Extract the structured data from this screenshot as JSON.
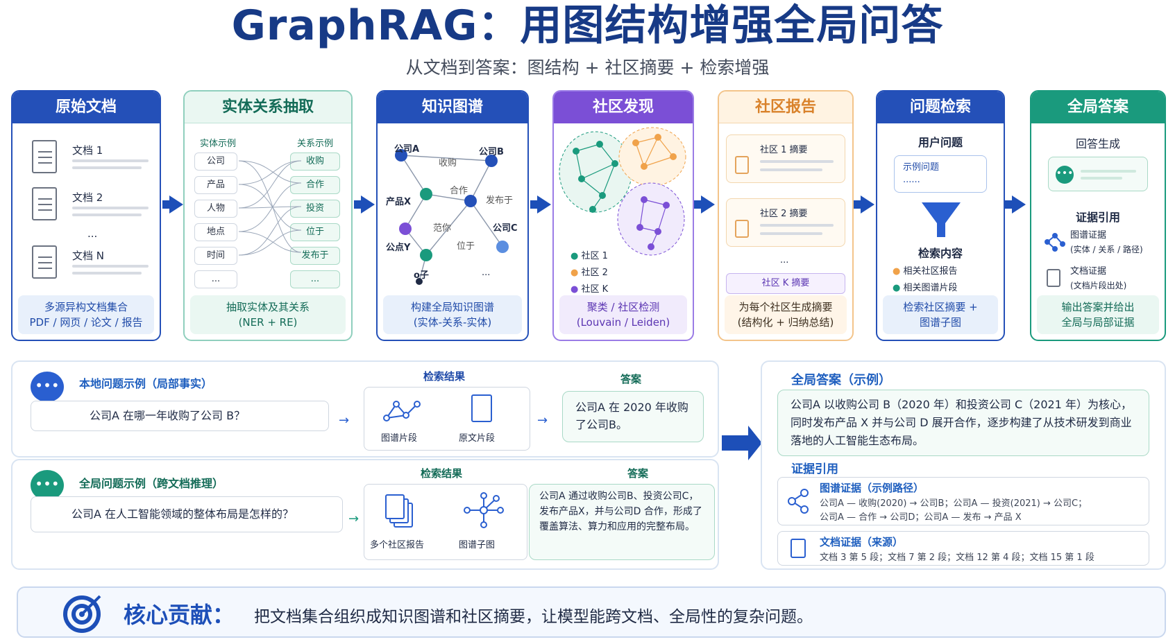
{
  "title": "GraphRAG：用图结构增强全局问答",
  "subtitle": "从文档到答案：图结构 + 社区摘要 + 检索增强",
  "colors": {
    "blue": "#2450b8",
    "teal": "#1a9a7d",
    "purple": "#7b4fd6",
    "orange": "#f0a24a",
    "navy": "#173a86"
  },
  "stages": {
    "docs": {
      "title": "原始文档",
      "items": [
        "文档 1",
        "文档 2",
        "...",
        "文档 N"
      ],
      "footer1": "多源异构文档集合",
      "footer2": "PDF / 网页 / 论文 / 报告"
    },
    "extract": {
      "title": "实体关系抽取",
      "entity_header": "实体示例",
      "relation_header": "关系示例",
      "entities": [
        "公司",
        "产品",
        "人物",
        "地点",
        "时间",
        "..."
      ],
      "relations": [
        "收购",
        "合作",
        "投资",
        "位于",
        "发布于",
        "..."
      ],
      "footer1": "抽取实体及其关系",
      "footer2": "(NER + RE)"
    },
    "kg": {
      "title": "知识图谱",
      "nodes": [
        "公司A",
        "公司B",
        "产品X",
        "公司C",
        "公点Y",
        "o子"
      ],
      "edges": [
        "收购",
        "合作",
        "发布于",
        "范你",
        "位于"
      ],
      "ellipsis": "...",
      "footer1": "构建全局知识图谱",
      "footer2": "(实体-关系-实体)"
    },
    "community": {
      "title": "社区发现",
      "legend": [
        "社区 1",
        "社区 2",
        "社区 K"
      ],
      "footer1": "聚类 / 社区检测",
      "footer2": "(Louvain / Leiden)"
    },
    "report": {
      "title": "社区报告",
      "items": [
        "社区 1 摘要",
        "社区 2 摘要"
      ],
      "ellipsis": "...",
      "last": "社区 K 摘要",
      "footer1": "为每个社区生成摘要",
      "footer2": "(结构化 + 归纳总结)"
    },
    "retrieve": {
      "title": "问题检索",
      "user_q": "用户问题",
      "example": "示例问题",
      "dots": "......",
      "content": "检索内容",
      "bullets": [
        "相关社区报告",
        "相关图谱片段"
      ],
      "footer1": "检索社区摘要 +",
      "footer2": "图谱子图"
    },
    "answer": {
      "title": "全局答案",
      "gen": "回答生成",
      "cite": "证据引用",
      "ev1": "图谱证据",
      "ev1_sub": "(实体 / 关系 / 路径)",
      "ev2": "文档证据",
      "ev2_sub": "(文档片段出处)",
      "footer1": "输出答案并给出",
      "footer2": "全局与局部证据"
    }
  },
  "local": {
    "label": "本地问题示例（局部事实）",
    "question": "公司A 在哪一年收购了公司 B？",
    "result_label": "检索结果",
    "results": [
      "图谱片段",
      "原文片段"
    ],
    "answer_label": "答案",
    "answer": "公司A 在 2020 年收购了公司B。"
  },
  "global": {
    "label": "全局问题示例（跨文档推理）",
    "question": "公司A 在人工智能领域的整体布局是怎样的？",
    "result_label": "检索结果",
    "results": [
      "多个社区报告",
      "图谱子图"
    ],
    "answer_label": "答案",
    "answer": "公司A 通过收购公司B、投资公司C，发布产品X，并与公司D 合作，形成了覆盖算法、算力和应用的完整布局。"
  },
  "final": {
    "title": "全局答案（示例）",
    "answer": "公司A 以收购公司 B（2020 年）和投资公司 C（2021 年）为核心，同时发布产品 X 并与公司 D 展开合作，逐步构建了从技术研发到商业落地的人工智能生态布局。",
    "cite_title": "证据引用",
    "graph_ev_title": "图谱证据（示例路径）",
    "graph_ev_1": "公司A — 收购(2020) → 公司B；公司A — 投资(2021) → 公司C；",
    "graph_ev_2": "公司A — 合作 → 公司D；公司A — 发布 → 产品 X",
    "doc_ev_title": "文档证据（来源）",
    "doc_ev": "文档 3 第 5 段；文档 7 第 2 段；文档 12 第 4 段；文档 15 第 1 段"
  },
  "core": {
    "label": "核心贡献：",
    "text": "把文档集合组织成知识图谱和社区摘要，让模型能跨文档、全局性的复杂问题。"
  }
}
